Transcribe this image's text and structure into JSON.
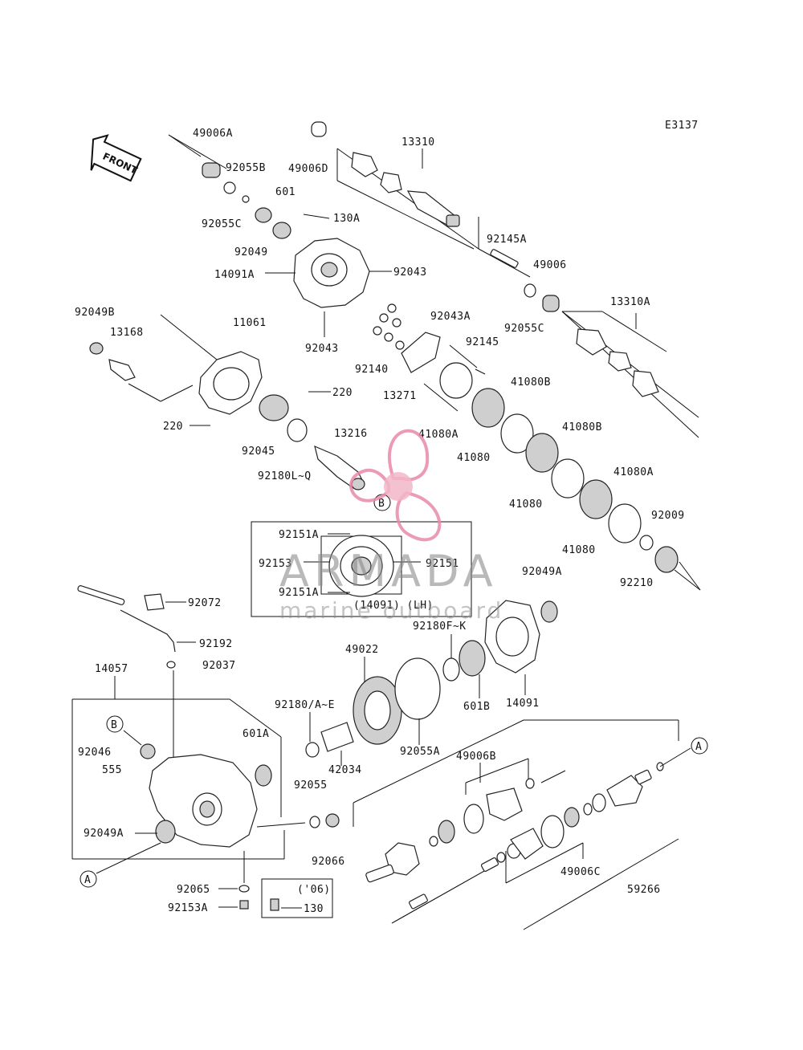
{
  "diagram_code": "E3137",
  "front_label": "FRONT",
  "watermark": {
    "brand": "ARMADA",
    "tagline": "marine outboard"
  },
  "inset_note": "(14091) (LH)",
  "year_note": "('06)",
  "callouts": [
    "A",
    "B"
  ],
  "part_labels": [
    "49006A",
    "92055B",
    "92055C",
    "601",
    "130A",
    "92049",
    "14091A",
    "92043",
    "92043",
    "49006D",
    "13310",
    "92145A",
    "49006",
    "92055C",
    "13310A",
    "92049B",
    "13168",
    "11061",
    "220",
    "220",
    "92045",
    "92180L~Q",
    "13216",
    "92140",
    "92043A",
    "92145",
    "13271",
    "41080B",
    "41080A",
    "41080",
    "41080B",
    "41080",
    "41080A",
    "41080",
    "92009",
    "92210",
    "92151A",
    "92153",
    "92151",
    "92151A",
    "92049A",
    "92072",
    "92192",
    "92037",
    "14057",
    "92180F~K",
    "601B",
    "14091",
    "49022",
    "92180/A~E",
    "601A",
    "42034",
    "92055A",
    "92055",
    "92066",
    "92046",
    "555",
    "92049A",
    "92065",
    "92153A",
    "130",
    "49006B",
    "49006C",
    "59266"
  ],
  "colors": {
    "line": "#111111",
    "watermark_text": "#8a8a8a",
    "watermark_logo": "#e88aa6"
  }
}
